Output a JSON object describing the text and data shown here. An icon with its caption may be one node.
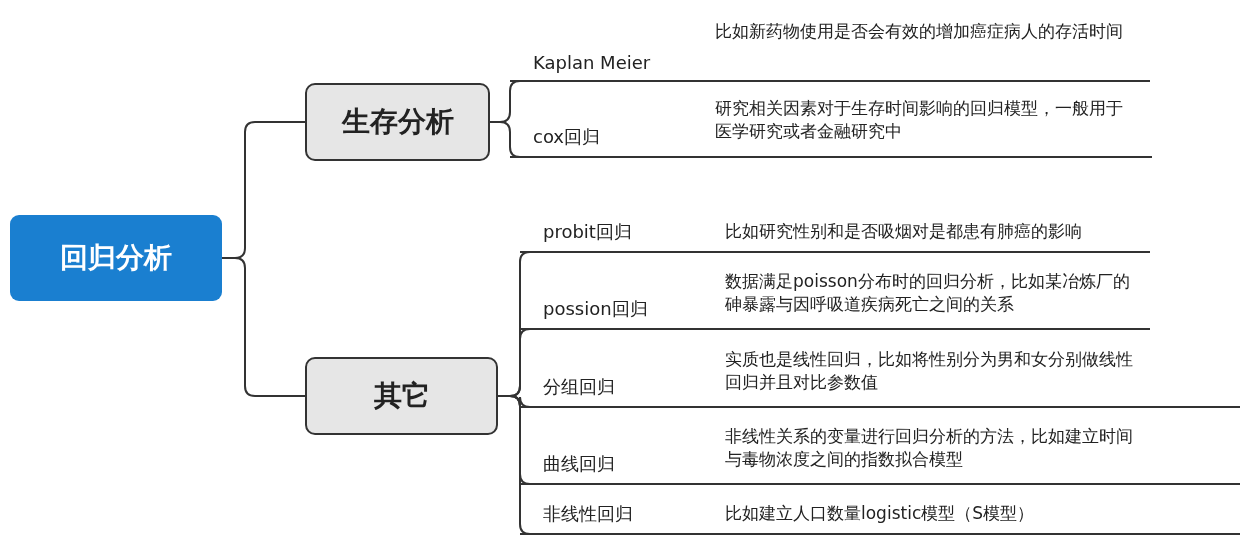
{
  "diagram": {
    "nodes": [
      {
        "text": [
          "回归分析"
        ]
      },
      {
        "text": [
          "生存分析"
        ]
      },
      {
        "text": [
          "其它"
        ]
      },
      {
        "text": [
          "Kaplan Meier",
          "比如新药物使用是否会有效的增加癌症病人的存活时间"
        ]
      },
      {
        "text": [
          "cox回归",
          "研究相关因素对于生存时间影响的回归模型，一般用于医学研究或者金融研究中"
        ]
      },
      {
        "text": [
          "probit回归",
          "比如研究性别和是否吸烟对是都患有肺癌的影响"
        ]
      },
      {
        "text": [
          "possion回归",
          "数据满足poisson分布时的回归分析，比如某冶炼厂的砷暴露与因呼吸道疾病死亡之间的关系"
        ]
      },
      {
        "text": [
          "分组回归",
          "实质也是线性回归，比如将性别分为男和女分别做线性回归并且对比参数值"
        ]
      },
      {
        "text": [
          "曲线回归",
          "非线性关系的变量进行回归分析的方法，比如建立时间与毒物浓度之间的指数拟合模型"
        ]
      },
      {
        "text": [
          "非线性回归",
          "比如建立人口数量logistic模型（S模型）"
        ]
      }
    ],
    "edges": [
      {
        "from": 0,
        "to": 1,
        "arrow": "none"
      },
      {
        "from": 0,
        "to": 2,
        "arrow": "none"
      },
      {
        "from": 1,
        "to": 3,
        "arrow": "none"
      },
      {
        "from": 1,
        "to": 4,
        "arrow": "none"
      },
      {
        "from": 2,
        "to": 5,
        "arrow": "none"
      },
      {
        "from": 2,
        "to": 6,
        "arrow": "none"
      },
      {
        "from": 2,
        "to": 7,
        "arrow": "none"
      },
      {
        "from": 2,
        "to": 8,
        "arrow": "none"
      },
      {
        "from": 2,
        "to": 9,
        "arrow": "none"
      }
    ]
  }
}
